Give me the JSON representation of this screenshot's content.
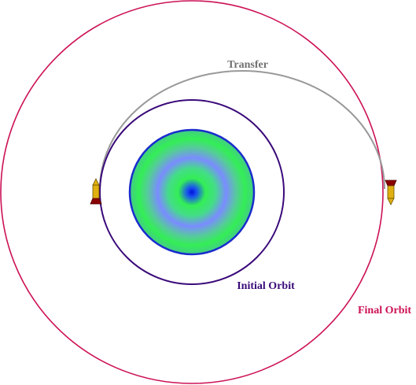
{
  "labels": {
    "transfer": "Transfer",
    "initial_orbit": "Initial Orbit",
    "final_orbit": "Final Orbit"
  },
  "colors": {
    "final_orbit": "#cc1155",
    "initial_orbit": "#3a0a7a",
    "transfer": "#999999",
    "planet_outline": "#1a2ccc",
    "planet_center": "#0011dd",
    "planet_green": "#33ee55",
    "planet_blue": "#7a8cff",
    "rocket_body": "#e0b010",
    "rocket_fin": "#8a0000",
    "background": "#ffffff"
  }
}
